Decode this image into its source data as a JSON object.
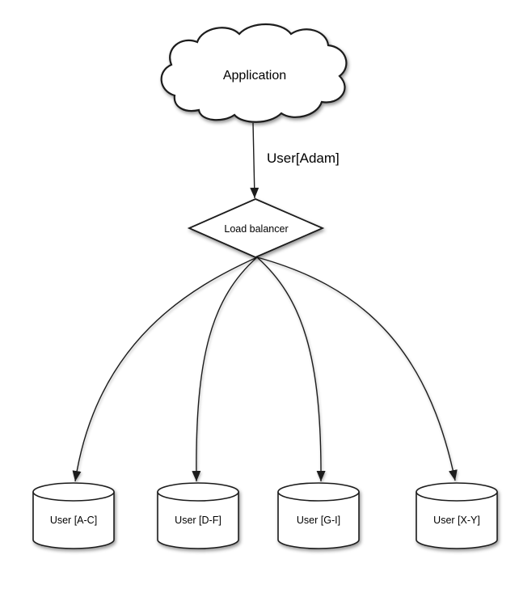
{
  "diagram": {
    "colors": {
      "background": "#ffffff",
      "stroke": "#1c1c1c",
      "shape_fill": "#ffffff",
      "text": "#000000"
    },
    "nodes": {
      "application": {
        "label": "Application",
        "shape": "cloud"
      },
      "load_balancer": {
        "label": "Load balancer",
        "shape": "diamond"
      },
      "shards": [
        {
          "label": "User [A-C]",
          "shape": "cylinder"
        },
        {
          "label": "User [D-F]",
          "shape": "cylinder"
        },
        {
          "label": "User [G-I]",
          "shape": "cylinder"
        },
        {
          "label": "User [X-Y]",
          "shape": "cylinder"
        }
      ]
    },
    "edges": {
      "app_to_lb": {
        "label": "User[Adam]"
      }
    }
  }
}
